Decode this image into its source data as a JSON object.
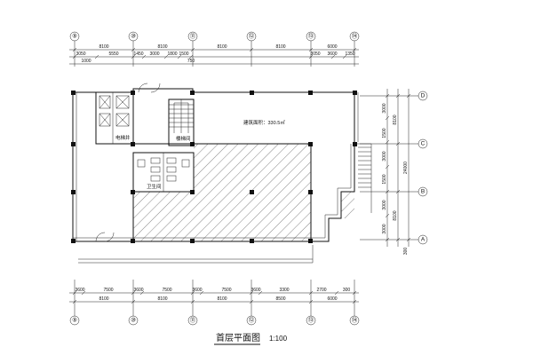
{
  "drawing": {
    "title": "首层平面图",
    "scale": "1:100",
    "area_label": "建筑面积：330.5㎡"
  },
  "axes": {
    "top": [
      "⑨",
      "⑩",
      "⑪",
      "⑫",
      "⑬",
      "⑭"
    ],
    "bottom": [
      "⑨",
      "⑩",
      "⑪",
      "⑫",
      "⑬",
      "⑭"
    ],
    "right": [
      "D",
      "C",
      "B",
      "A"
    ]
  },
  "dimensions": {
    "top_overall": [
      "8100",
      "8100",
      "8100",
      "8100",
      "6000"
    ],
    "top_detail": [
      "3050",
      "5550",
      "1450",
      "3000",
      "1800",
      "1500",
      "3050",
      "3600",
      "1350"
    ],
    "top_small": [
      "1000",
      "750"
    ],
    "bottom_detail": [
      "3600",
      "7500",
      "3600",
      "7500",
      "3600",
      "7500",
      "3600",
      "3300",
      "2700",
      "300"
    ],
    "bottom_overall": [
      "8100",
      "8100",
      "8100",
      "8500",
      "6000"
    ],
    "right_detail": [
      "3000",
      "1500",
      "3000",
      "1500",
      "3000",
      "3000"
    ],
    "right_overall": [
      "8100",
      "24000",
      "8100"
    ],
    "right_small": [
      "300"
    ]
  },
  "room_labels": {
    "stair": "楼梯间",
    "elevator": "电梯井",
    "toilet": "卫生间"
  }
}
